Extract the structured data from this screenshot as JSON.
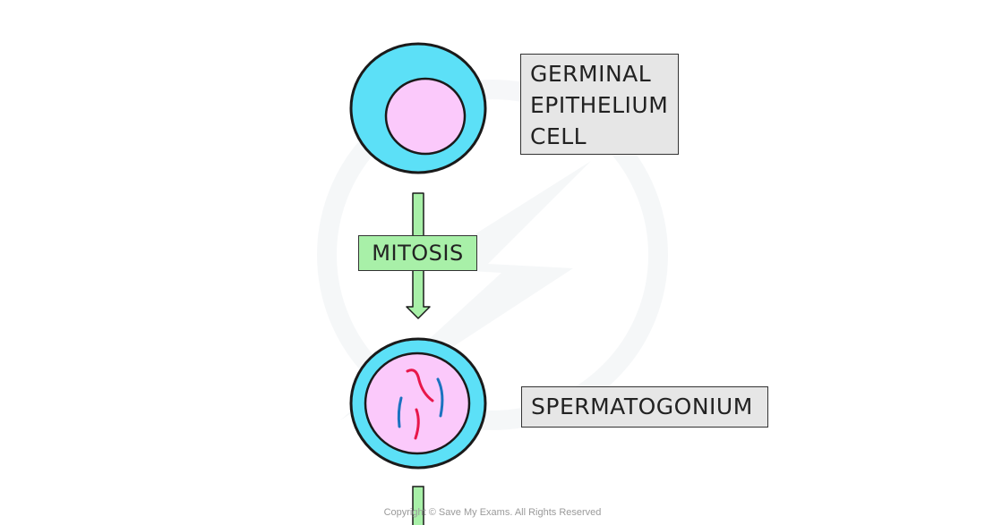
{
  "labels": {
    "germinal_epithelium_cell": [
      "GERMINAL",
      "EPITHELIUM",
      "CELL"
    ],
    "mitosis": "MITOSIS",
    "spermatogonium": "SPERMATOGONIUM"
  },
  "footer": {
    "copyright": "Copyright © Save My Exams. All Rights Reserved"
  },
  "colors": {
    "cytoplasm": "#5ce0f7",
    "nucleus": "#fbc9fb",
    "arrow": "#a8f0a8",
    "label_bg": "#e6e6e6",
    "chromosome_red": "#e8174a",
    "chromosome_blue": "#1b72c0",
    "outline": "#1a1a1a",
    "watermark": "#f2f4f6"
  }
}
